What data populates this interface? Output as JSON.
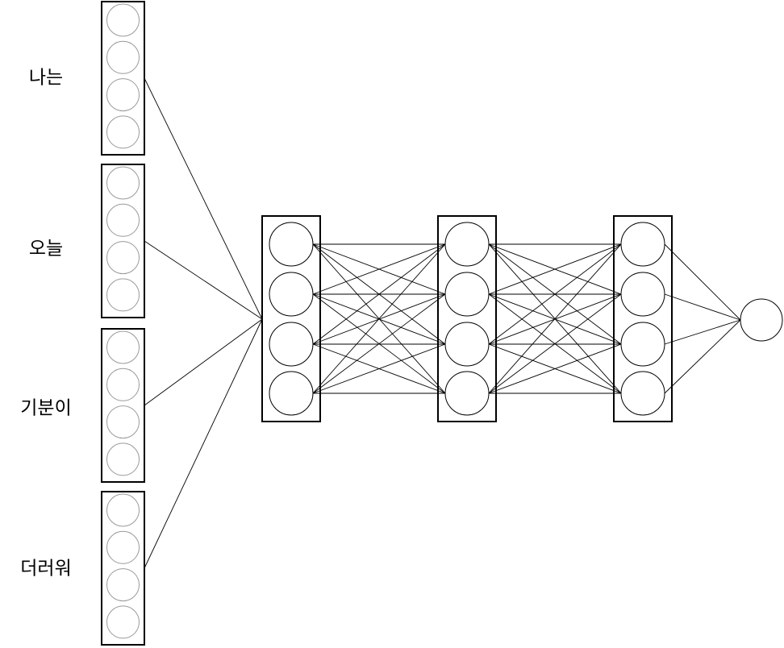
{
  "diagram": {
    "type": "neural-network",
    "input_words": [
      "나는",
      "오늘",
      "기분이",
      "더러워"
    ],
    "embedding_cells_per_word": 4,
    "hidden_layers": [
      {
        "nodes": 4
      },
      {
        "nodes": 4
      },
      {
        "nodes": 4
      }
    ],
    "output_nodes": 1,
    "colors": {
      "line": "#000000",
      "embedding_cell_stroke": "#9a9a9a",
      "background": "#ffffff"
    }
  }
}
